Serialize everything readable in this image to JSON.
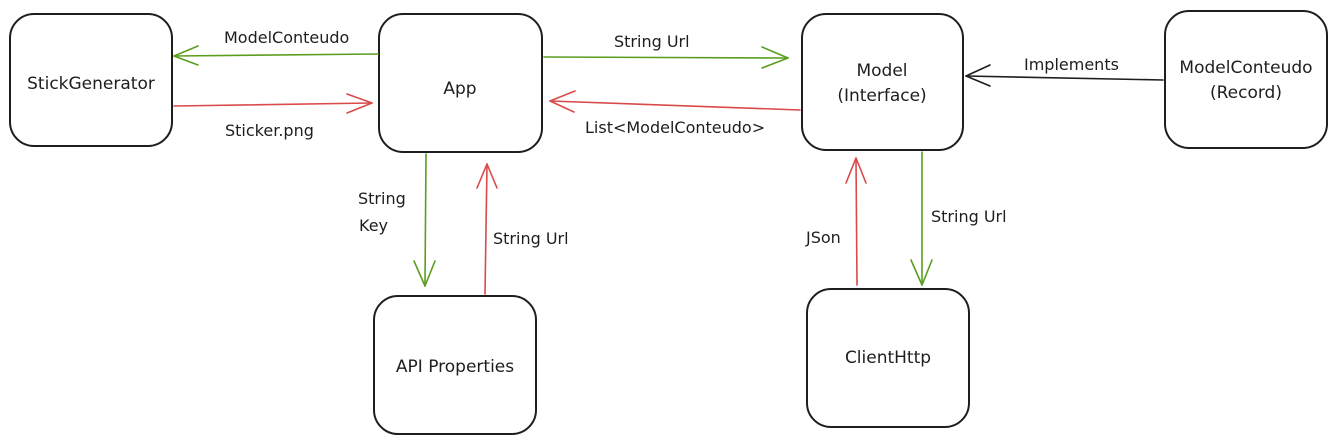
{
  "colors": {
    "green": "#5a9e1f",
    "red": "#d94a4a",
    "black": "#1e1e1e"
  },
  "nodes": {
    "stick_generator": "StickGenerator",
    "app": "App",
    "model_line1": "Model",
    "model_line2": "(Interface)",
    "model_conteudo_line1": "ModelConteudo",
    "model_conteudo_line2": "(Record)",
    "api_properties": "API Properties",
    "client_http": "ClientHttp"
  },
  "edges": {
    "app_to_stick": "ModelConteudo",
    "stick_to_app": "Sticker.png",
    "app_to_model": "String Url",
    "model_to_app": "List<ModelConteudo>",
    "record_implements_model": "Implements",
    "app_to_api_line1": "String",
    "app_to_api_line2": "Key",
    "api_to_app": "String Url",
    "model_to_client": "String Url",
    "client_to_model": "JSon"
  }
}
